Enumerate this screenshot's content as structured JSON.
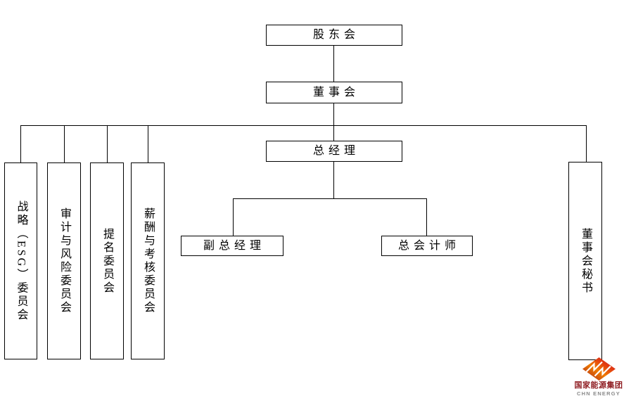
{
  "diagram": {
    "type": "org-chart",
    "nodes": {
      "shareholders": "股东会",
      "board": "董事会",
      "general_manager": "总经理",
      "deputy_general_manager": "副总经理",
      "chief_accountant": "总会计师",
      "strategy_esg_committee": "战略（ESG）委员会",
      "audit_risk_committee": "审计与风险委员会",
      "nomination_committee": "提名委员会",
      "remuneration_appraisal_committee": "薪酬与考核委员会",
      "board_secretary": "董事会秘书"
    }
  },
  "logo": {
    "company_name": "国家能源集团",
    "company_name_en": "CHN ENERGY"
  },
  "colors": {
    "background": "#ffffff",
    "line": "#000000",
    "box_border": "#000000",
    "box_fill": "#ffffff",
    "text": "#000000",
    "logo_red": "#c2191f",
    "logo_orange": "#f07d00",
    "logo_name_color": "#8f1d22",
    "logo_en_color": "#8a8a8a"
  }
}
